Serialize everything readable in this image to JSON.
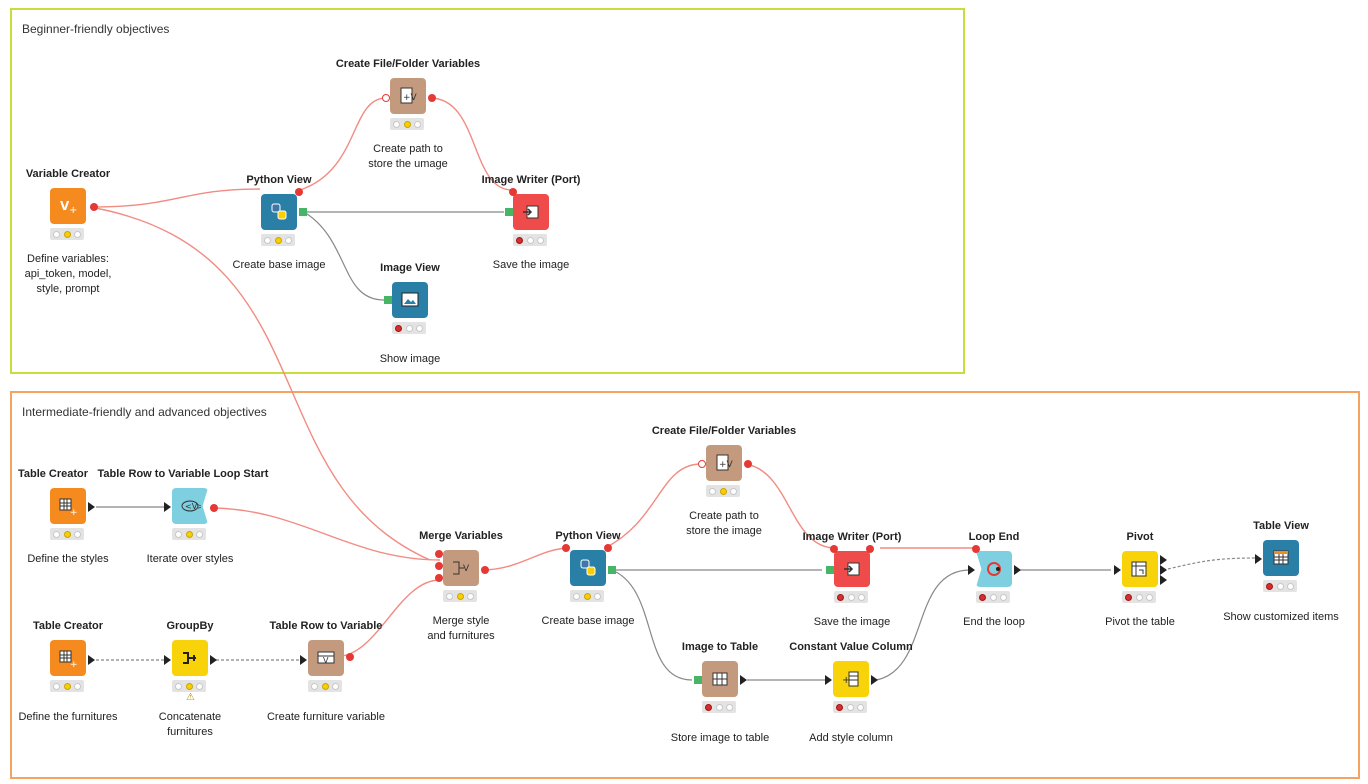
{
  "annotations": [
    {
      "id": "beginner",
      "label": "Beginner-friendly objectives",
      "border": "#c8dc3c"
    },
    {
      "id": "advanced",
      "label": "Intermediate-friendly and advanced objectives",
      "border": "#f4a460"
    }
  ],
  "colors": {
    "manipulator": "#f58a1f",
    "python": "#2a7fa7",
    "variable": "#c49a7e",
    "writer": "#ef4b4b",
    "loop": "#7ecfe0",
    "aggregate": "#f8d30a",
    "view": "#2a7fa7",
    "flow_var_wire": "#f28b82",
    "data_wire": "#888888"
  },
  "nodes": [
    {
      "id": "var_creator",
      "title": "Variable Creator",
      "desc": "Define variables:\napi_token, model,\nstyle, prompt",
      "status": [
        "off",
        "yellow",
        "off"
      ],
      "icon": "variable-creator-icon",
      "color": "#f58a1f"
    },
    {
      "id": "python_view_1",
      "title": "Python View",
      "desc": "Create base image",
      "status": [
        "off",
        "yellow",
        "off"
      ],
      "icon": "python-icon",
      "color": "#2a7fa7"
    },
    {
      "id": "file_vars_1",
      "title": "Create File/Folder Variables",
      "desc": "Create path to\nstore the umage",
      "status": [
        "off",
        "yellow",
        "off"
      ],
      "icon": "file-variable-icon",
      "color": "#c49a7e"
    },
    {
      "id": "img_writer_1",
      "title": "Image Writer (Port)",
      "desc": "Save the image",
      "status": [
        "red",
        "off",
        "off"
      ],
      "icon": "image-writer-icon",
      "color": "#ef4b4b"
    },
    {
      "id": "img_view",
      "title": "Image View",
      "desc": "Show image",
      "status": [
        "red",
        "off",
        "off"
      ],
      "icon": "image-view-icon",
      "color": "#2a7fa7"
    },
    {
      "id": "table_creator_1",
      "title": "Table Creator",
      "desc": "Define the styles",
      "status": [
        "off",
        "yellow",
        "off"
      ],
      "icon": "table-creator-icon",
      "color": "#f58a1f"
    },
    {
      "id": "loop_start",
      "title": "Table Row to Variable Loop Start",
      "desc": "Iterate over styles",
      "status": [
        "off",
        "yellow",
        "off"
      ],
      "icon": "loop-start-icon",
      "color": "#7ecfe0"
    },
    {
      "id": "merge_vars",
      "title": "Merge Variables",
      "desc": "Merge style\nand furnitures",
      "status": [
        "off",
        "yellow",
        "off"
      ],
      "icon": "merge-variables-icon",
      "color": "#c49a7e"
    },
    {
      "id": "python_view_2",
      "title": "Python View",
      "desc": "Create base image",
      "status": [
        "off",
        "yellow",
        "off"
      ],
      "icon": "python-icon",
      "color": "#2a7fa7"
    },
    {
      "id": "file_vars_2",
      "title": "Create File/Folder Variables",
      "desc": "Create path to\nstore the image",
      "status": [
        "off",
        "yellow",
        "off"
      ],
      "icon": "file-variable-icon",
      "color": "#c49a7e"
    },
    {
      "id": "img_writer_2",
      "title": "Image Writer (Port)",
      "desc": "Save the image",
      "status": [
        "red",
        "off",
        "off"
      ],
      "icon": "image-writer-icon",
      "color": "#ef4b4b"
    },
    {
      "id": "loop_end",
      "title": "Loop End",
      "desc": "End the loop",
      "status": [
        "red",
        "off",
        "off"
      ],
      "icon": "loop-end-icon",
      "color": "#7ecfe0"
    },
    {
      "id": "pivot",
      "title": "Pivot",
      "desc": "Pivot the table",
      "status": [
        "red",
        "off",
        "off"
      ],
      "icon": "pivot-icon",
      "color": "#f8d30a"
    },
    {
      "id": "table_view",
      "title": "Table View",
      "desc": "Show customized items",
      "status": [
        "red",
        "off",
        "off"
      ],
      "icon": "table-view-icon",
      "color": "#2a7fa7"
    },
    {
      "id": "table_creator_2",
      "title": "Table Creator",
      "desc": "Define the furnitures",
      "status": [
        "off",
        "yellow",
        "off"
      ],
      "icon": "table-creator-icon",
      "color": "#f58a1f"
    },
    {
      "id": "groupby",
      "title": "GroupBy",
      "desc": "Concatenate\nfurnitures",
      "status": [
        "off",
        "yellow",
        "off"
      ],
      "icon": "groupby-icon",
      "color": "#f8d30a",
      "warning": true
    },
    {
      "id": "row_to_var",
      "title": "Table Row to Variable",
      "desc": "Create furniture variable",
      "status": [
        "off",
        "yellow",
        "off"
      ],
      "icon": "row-to-variable-icon",
      "color": "#c49a7e"
    },
    {
      "id": "img_to_table",
      "title": "Image to Table",
      "desc": "Store image to table",
      "status": [
        "red",
        "off",
        "off"
      ],
      "icon": "image-to-table-icon",
      "color": "#c49a7e"
    },
    {
      "id": "const_col",
      "title": "Constant Value Column",
      "desc": "Add style column",
      "status": [
        "red",
        "off",
        "off"
      ],
      "icon": "constant-column-icon",
      "color": "#f8d30a"
    }
  ]
}
